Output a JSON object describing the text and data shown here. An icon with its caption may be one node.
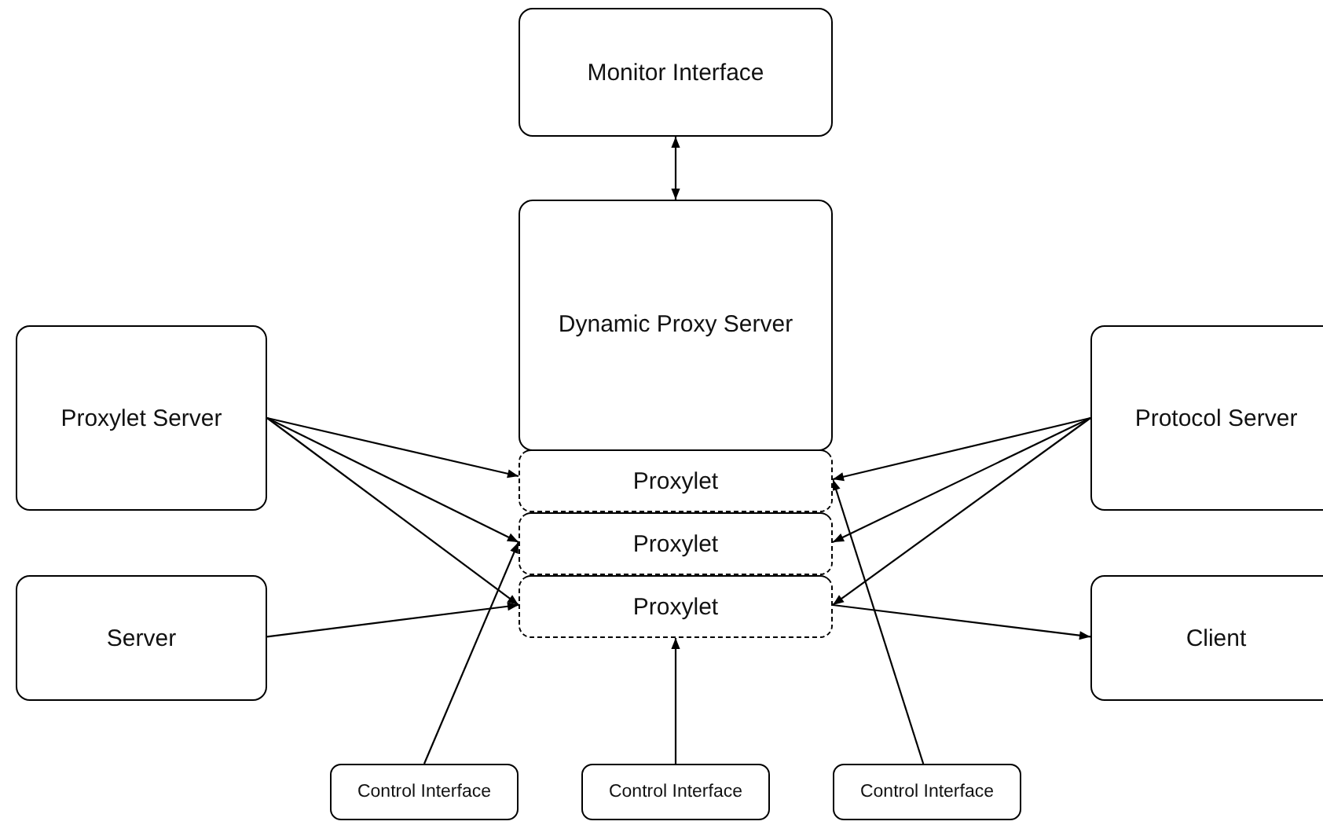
{
  "diagram": {
    "nodes": [
      {
        "text": [
          "Monitor Interface"
        ]
      },
      {
        "text": [
          "Dynamic Proxy Server"
        ]
      },
      {
        "text": [
          "Proxylet"
        ]
      },
      {
        "text": [
          "Proxylet"
        ]
      },
      {
        "text": [
          "Proxylet"
        ]
      },
      {
        "text": [
          "Proxylet Server"
        ]
      },
      {
        "text": [
          "Protocol Server"
        ]
      },
      {
        "text": [
          "Server"
        ]
      },
      {
        "text": [
          "Client"
        ]
      },
      {
        "text": [
          "Control Interface"
        ]
      },
      {
        "text": [
          "Control Interface"
        ]
      },
      {
        "text": [
          "Control Interface"
        ]
      }
    ],
    "edges": [
      {
        "from": 0,
        "to": 1,
        "arrow": "both"
      },
      {
        "from": 5,
        "to": 2,
        "arrow": "to"
      },
      {
        "from": 5,
        "to": 3,
        "arrow": "to"
      },
      {
        "from": 5,
        "to": 4,
        "arrow": "to"
      },
      {
        "from": 7,
        "to": 4,
        "arrow": "to"
      },
      {
        "from": 6,
        "to": 2,
        "arrow": "to"
      },
      {
        "from": 6,
        "to": 3,
        "arrow": "to"
      },
      {
        "from": 6,
        "to": 4,
        "arrow": "to"
      },
      {
        "from": 4,
        "to": 8,
        "arrow": "to"
      },
      {
        "from": 9,
        "to": 3,
        "arrow": "to"
      },
      {
        "from": 10,
        "to": 4,
        "arrow": "to"
      },
      {
        "from": 11,
        "to": 2,
        "arrow": "to"
      }
    ]
  }
}
